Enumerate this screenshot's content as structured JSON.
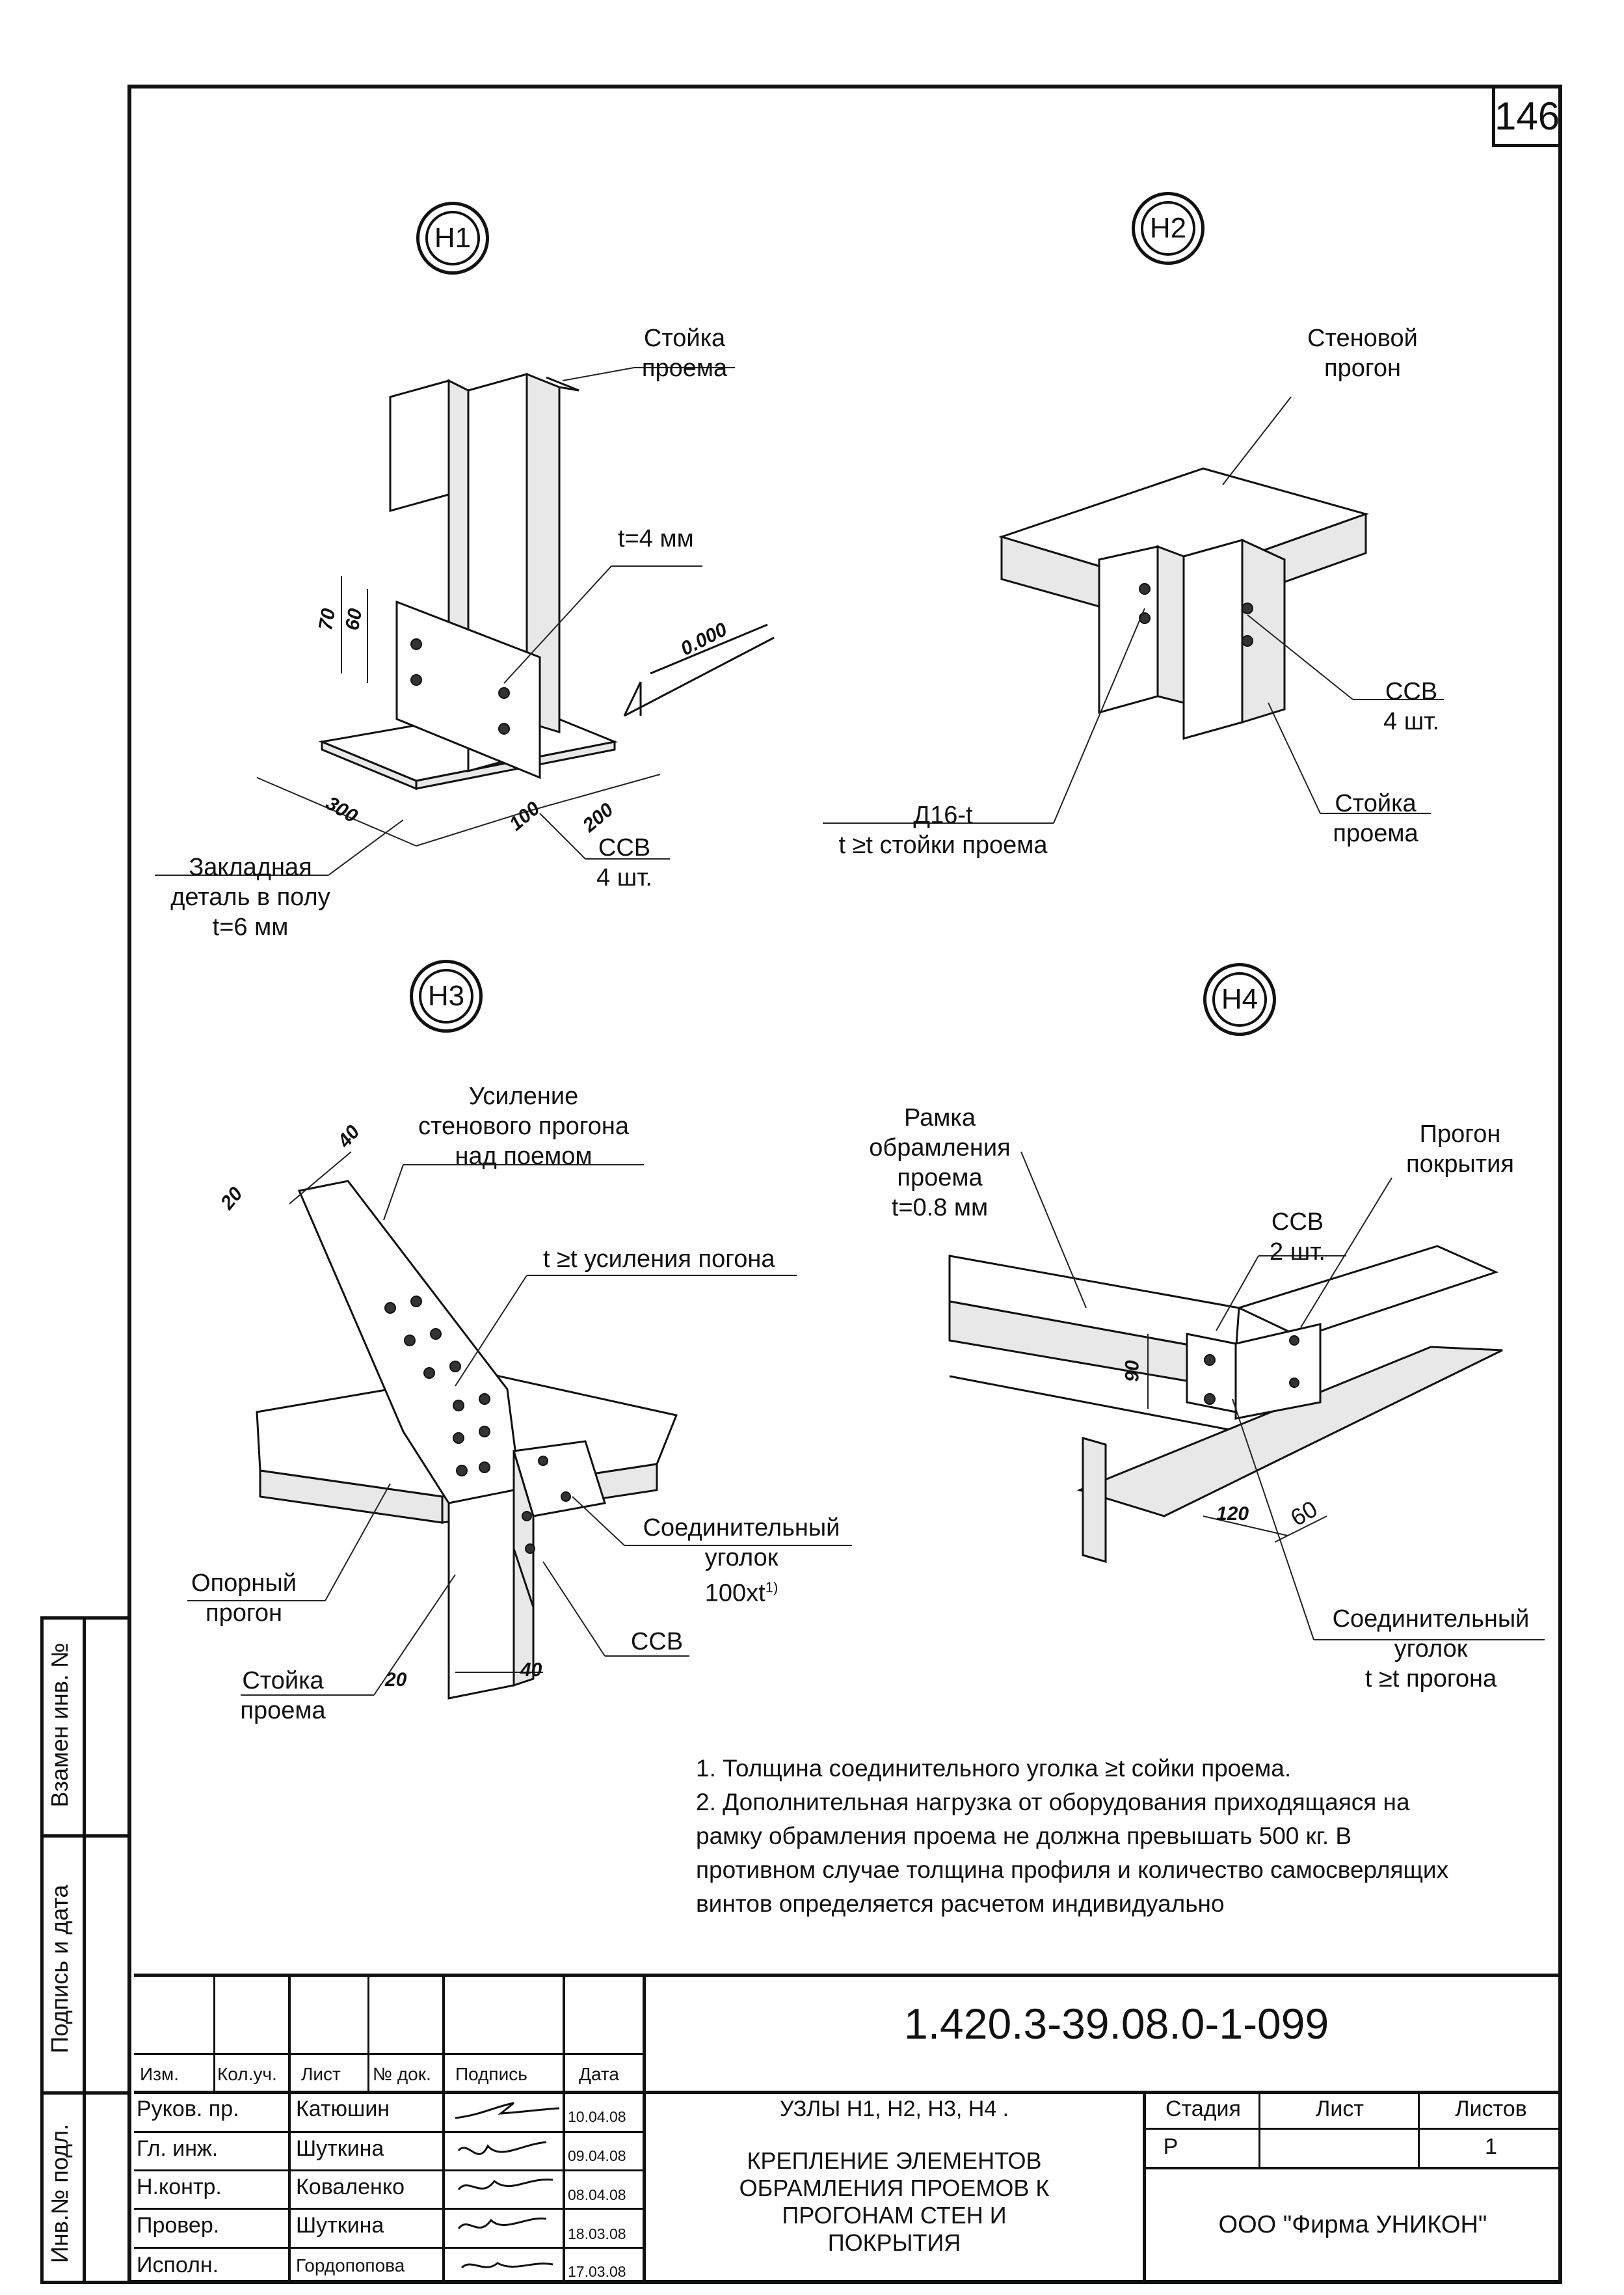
{
  "sheet_number": "146",
  "nodes": {
    "h1": {
      "tag": "Н1",
      "label_stand": [
        "Стойка",
        "проема"
      ],
      "label_thickness": "t=4 мм",
      "label_level": "0.000",
      "label_embed": [
        "Закладная",
        "деталь в полу",
        "t=6 мм"
      ],
      "label_screws": [
        "ССВ",
        "4 шт."
      ],
      "dims": [
        "70",
        "60",
        "300",
        "100",
        "200"
      ]
    },
    "h2": {
      "tag": "Н2",
      "label_purlin": [
        "Стеновой",
        "прогон"
      ],
      "label_screws": [
        "ССВ",
        "4 шт."
      ],
      "label_stand": [
        "Стойка",
        "проема"
      ],
      "label_profile": [
        "Д16-t",
        "t ≥t стойки проема"
      ]
    },
    "h3": {
      "tag": "Н3",
      "label_reinforce": [
        "Усиление",
        "стенового прогона",
        "над поемом"
      ],
      "label_thickness": "t ≥t усиления погона",
      "label_support": [
        "Опорный",
        "прогон"
      ],
      "label_angle": [
        "Соединительный",
        "уголок",
        "100xt"
      ],
      "angle_note_ref": "1)",
      "label_stand": [
        "Стойка",
        "проема"
      ],
      "label_screws": "ССВ",
      "dims": [
        "40",
        "20",
        "20",
        "40"
      ]
    },
    "h4": {
      "tag": "Н4",
      "label_frame": [
        "Рамка",
        "обрамления",
        "проема",
        "t=0.8 мм"
      ],
      "label_purlin": [
        "Прогон",
        "покрытия"
      ],
      "label_screws": [
        "ССВ",
        "2 шт."
      ],
      "label_angle": [
        "Соединительный",
        "уголок",
        "t ≥t прогона"
      ],
      "dims": [
        "90",
        "120",
        "60"
      ]
    }
  },
  "notes": [
    "1. Толщина соединительного уголка ≥t сойки проема.",
    "2. Дополнительная нагрузка от оборудования приходящаяся на",
    "рамку обрамления проема не должна превышать 500 кг. В",
    "противном случае толщина профиля и количество самосверлящих",
    "винтов определяется расчетом индивидуально"
  ],
  "margin_stamp": {
    "substitute": "Взамен инв. №",
    "signature_date": "Подпись и дата",
    "inventory": "Инв.№ подл."
  },
  "title_block": {
    "document_code": "1.420.3-39.08.0-1-099",
    "header": [
      "Изм.",
      "Кол.уч.",
      "Лист",
      "№ док.",
      "Подпись",
      "Дата"
    ],
    "rows": [
      {
        "role": "Руков. пр.",
        "name": "Катюшин",
        "date": "10.04.08"
      },
      {
        "role": "Гл. инж.",
        "name": "Шуткина",
        "date": "09.04.08"
      },
      {
        "role": "Н.контр.",
        "name": "Коваленко",
        "date": "08.04.08"
      },
      {
        "role": "Провер.",
        "name": "Шуткина",
        "date": "18.03.08"
      },
      {
        "role": "Исполн.",
        "name": "Гордопопова",
        "date": "17.03.08"
      }
    ],
    "title_line1": "УЗЛЫ Н1, Н2, Н3, Н4 .",
    "title_lines": [
      "КРЕПЛЕНИЕ ЭЛЕМЕНТОВ",
      "ОБРАМЛЕНИЯ ПРОЕМОВ К",
      "ПРОГОНАМ СТЕН И",
      "ПОКРЫТИЯ"
    ],
    "stage_label": "Стадия",
    "sheet_label": "Лист",
    "sheets_label": "Листов",
    "stage_value": "Р",
    "sheet_value": "",
    "sheets_value": "1",
    "company": "ООО \"Фирма УНИКОН\""
  }
}
